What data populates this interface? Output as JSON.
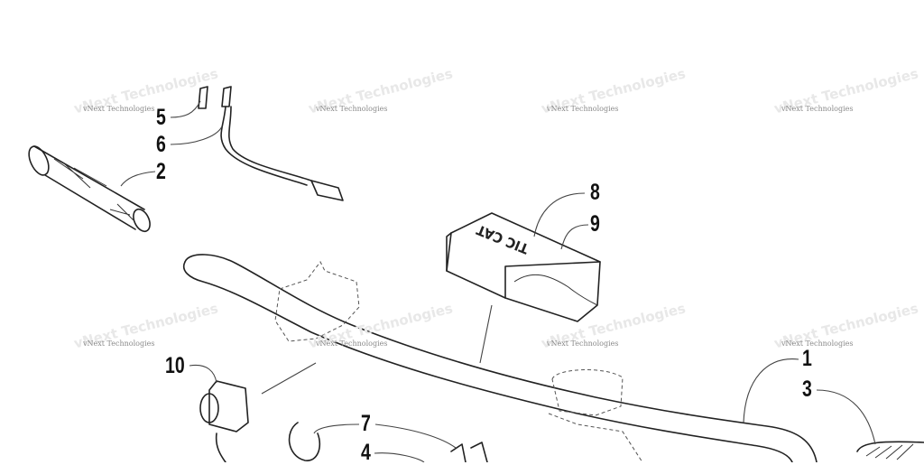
{
  "callouts": {
    "c1": "1",
    "c2": "2",
    "c3": "3",
    "c4": "4",
    "c5": "5",
    "c6": "6",
    "c7": "7",
    "c8": "8",
    "c9": "9",
    "c10": "10"
  },
  "watermark": {
    "text": "vNext Technologies"
  },
  "pad_logo": "TIC CAT",
  "colors": {
    "ink": "#222222",
    "watermark": "#8a8a8a"
  }
}
